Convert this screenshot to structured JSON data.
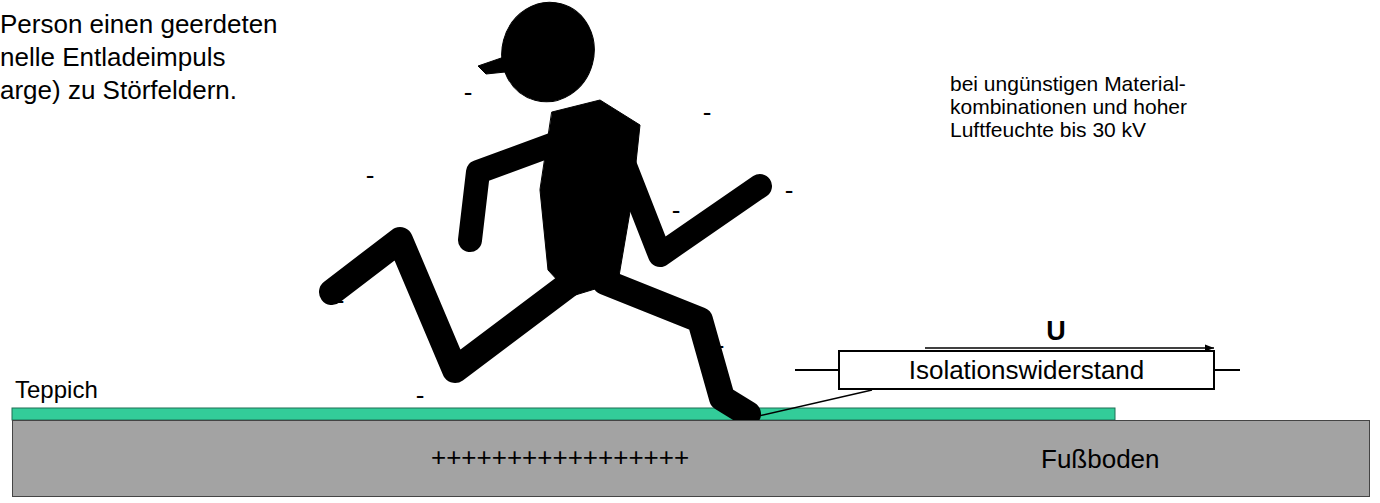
{
  "diagram": {
    "nodes": [
      {
        "text": [
          "Isolationswiderstand"
        ]
      },
      {
        "text": [
          "+++++++++++++++++",
          "Fußboden"
        ]
      }
    ],
    "labels": [
      "Person einen geerdeten nelle Entladeimpuls arge) zu Störfeldern.",
      "bei ungünstigen Material- kombinationen und hoher Luftfeuchte bis 30 kV",
      "-",
      "-",
      "-",
      "-",
      "-",
      "-",
      "-",
      "U",
      "-",
      "Teppich",
      "-"
    ]
  }
}
